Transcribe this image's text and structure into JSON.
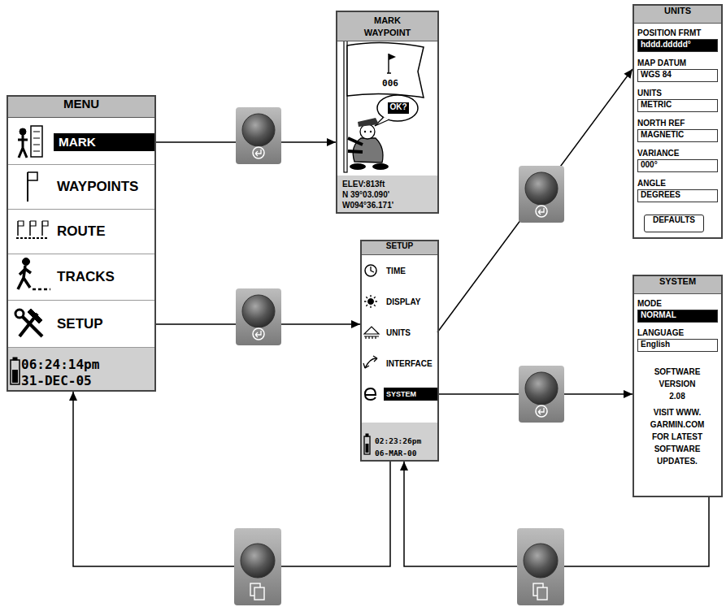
{
  "diagram": {
    "nodes": [
      {
        "text": [
          "MENU",
          "06:24:14pm",
          "31-DEC-05"
        ]
      },
      {
        "text": [
          "MARK"
        ],
        "in": 0
      },
      {
        "text": [
          "WAYPOINTS"
        ],
        "in": 0
      },
      {
        "text": [
          "ROUTE"
        ],
        "in": 0
      },
      {
        "text": [
          "TRACKS"
        ],
        "in": 0
      },
      {
        "text": [
          "SETUP"
        ],
        "in": 0
      },
      {
        "text": [
          "MARK WAYPOINT",
          "006",
          "OK?",
          "ELEV:813ft",
          "N 39°03.090'",
          "W094°36.171'"
        ]
      },
      {
        "text": [
          "SETUP",
          "02:23:26pm",
          "06-MAR-00"
        ]
      },
      {
        "text": [
          "TIME"
        ],
        "in": 7
      },
      {
        "text": [
          "DISPLAY"
        ],
        "in": 7
      },
      {
        "text": [
          "UNITS"
        ],
        "in": 7
      },
      {
        "text": [
          "INTERFACE"
        ],
        "in": 7
      },
      {
        "text": [
          "SYSTEM"
        ],
        "in": 7
      },
      {
        "text": [
          "UNITS",
          "POSITION FRMT",
          "hddd.ddddd°",
          "MAP DATUM",
          "WGS 84",
          "UNITS",
          "METRIC",
          "NORTH REF",
          "MAGNETIC",
          "VARIANCE",
          "000°",
          "ANGLE",
          "DEGREES"
        ]
      },
      {
        "text": [
          "DEFAULTS"
        ],
        "in": 13
      },
      {
        "text": [
          "SYSTEM",
          "MODE",
          "NORMAL",
          "LANGUAGE",
          "English",
          "SOFTWARE VERSION 2.08",
          "VISIT WWW. GARMIN.COM FOR LATEST SOFTWARE UPDATES."
        ]
      }
    ],
    "edges": [
      {
        "from": 1,
        "to": 6,
        "arrow": "to"
      },
      {
        "from": 5,
        "to": 7,
        "arrow": "to"
      },
      {
        "from": 10,
        "to": 13,
        "arrow": "to"
      },
      {
        "from": 12,
        "to": 15,
        "arrow": "to"
      },
      {
        "from": 7,
        "to": 0,
        "arrow": "to"
      },
      {
        "from": 15,
        "to": 7,
        "arrow": "to"
      }
    ]
  }
}
